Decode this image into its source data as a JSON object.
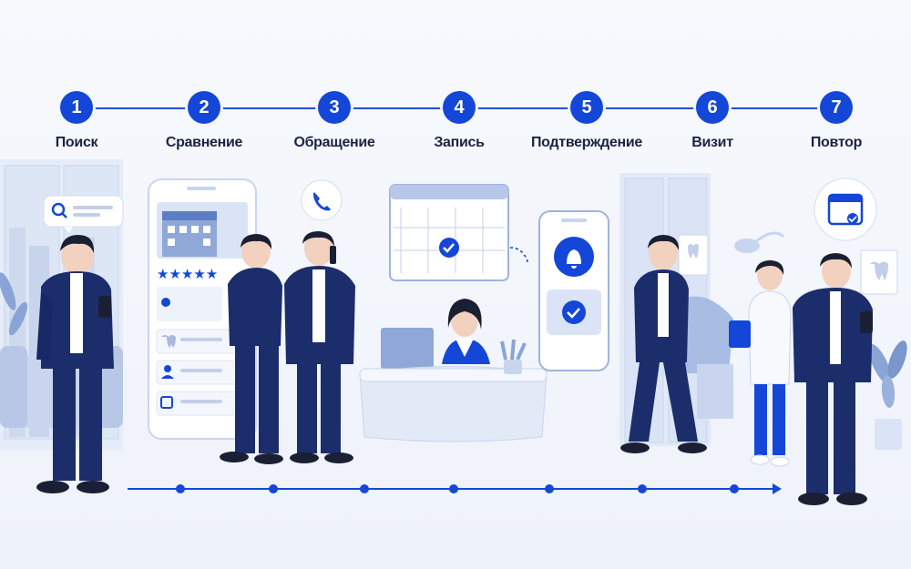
{
  "steps": [
    {
      "number": "1",
      "label": "Поиск"
    },
    {
      "number": "2",
      "label": "Сравнение"
    },
    {
      "number": "3",
      "label": "Обращение"
    },
    {
      "number": "4",
      "label": "Запись"
    },
    {
      "number": "5",
      "label": "Подтверждение"
    },
    {
      "number": "6",
      "label": "Визит"
    },
    {
      "number": "7",
      "label": "Повтор"
    }
  ],
  "colors": {
    "accent": "#1447d8",
    "navy": "#1c2d6b",
    "light_blue": "#dbe4f6",
    "background": "#f4f7fc"
  },
  "rating_stars": "★★★★★",
  "icons": [
    "search-icon",
    "phone-icon",
    "check-icon",
    "bell-icon",
    "calendar-icon",
    "map-pin-icon",
    "tooth-icon",
    "user-icon",
    "building-icon"
  ]
}
